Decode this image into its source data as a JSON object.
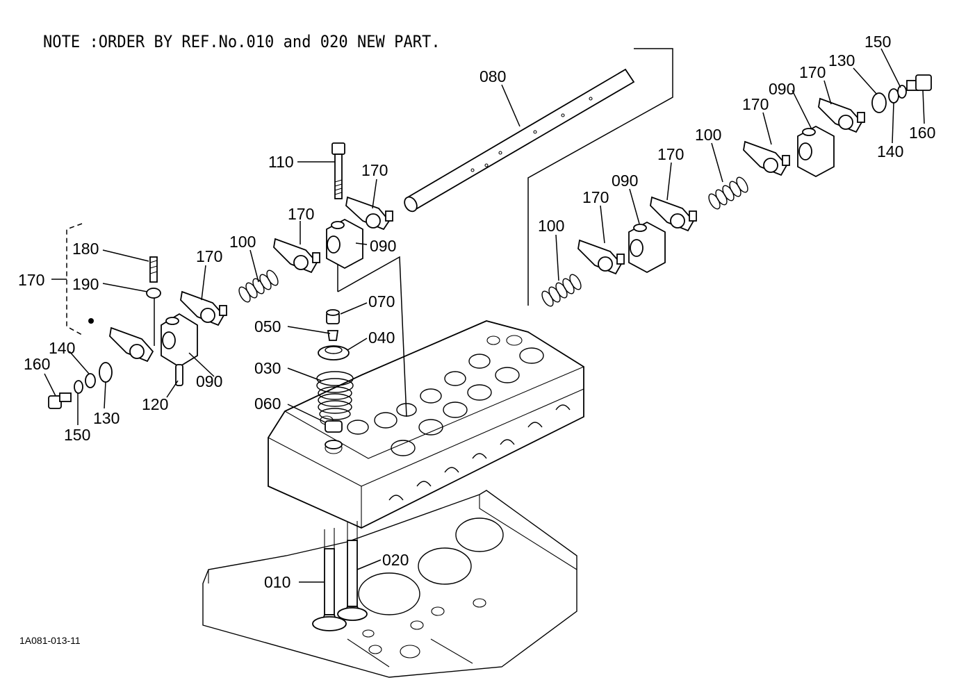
{
  "note": "NOTE :ORDER BY REF.No.010 and 020 NEW PART.",
  "doc_id": "1A081-013-11",
  "labels": {
    "p080": "080",
    "p110": "110",
    "p170_a": "170",
    "p170_b": "170",
    "p170_c": "170",
    "p170_side": "170",
    "p180": "180",
    "p190": "190",
    "p100_a": "100",
    "p090_a": "090",
    "p090_b": "090",
    "p070": "070",
    "p050": "050",
    "p040": "040",
    "p030": "030",
    "p060": "060",
    "p140_a": "140",
    "p160_a": "160",
    "p130_a": "130",
    "p150_a": "150",
    "p120": "120",
    "p010": "010",
    "p020": "020",
    "p150_b": "150",
    "p130_b": "130",
    "p170_d": "170",
    "p090_c": "090",
    "p170_e": "170",
    "p160_b": "160",
    "p140_b": "140",
    "p100_b": "100",
    "p170_f": "170",
    "p090_d": "090",
    "p170_g": "170",
    "p100_c": "100"
  }
}
